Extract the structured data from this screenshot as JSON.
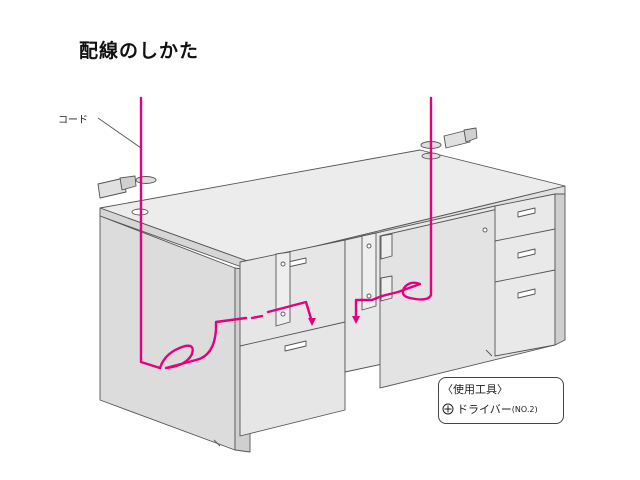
{
  "title": "配線のしかた",
  "labels": {
    "cord": "コード"
  },
  "tools": {
    "heading": "〈使用工具〉",
    "item": "ドライバー",
    "item_note": "(NO.2)",
    "item_icon": "plus-screwdriver-icon"
  },
  "colors": {
    "cord": "#e4007f",
    "line": "#555555",
    "desk_top": "#ececec",
    "desk_side": "#dcdcdc",
    "desk_front": "#e4e4e4"
  }
}
